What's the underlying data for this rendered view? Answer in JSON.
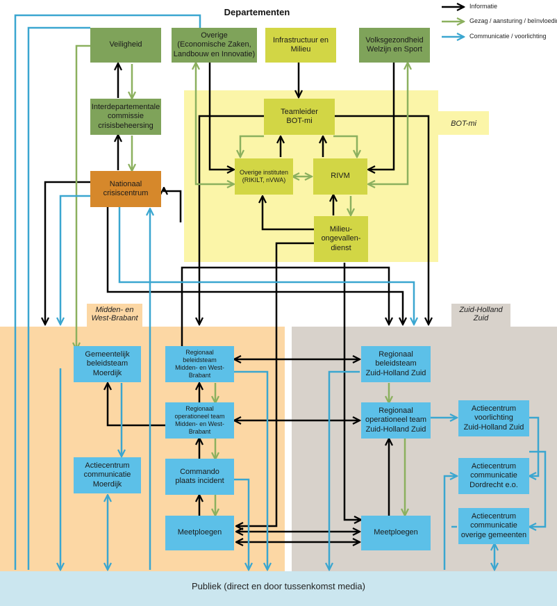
{
  "title": "Departementen",
  "legend": [
    {
      "label": "Informatie",
      "color": "#000000"
    },
    {
      "label": "Gezag / aansturing / beïnvloeding",
      "color": "#8bb05e"
    },
    {
      "label": "Communicatie / voorlichting",
      "color": "#3aa6d0"
    }
  ],
  "regions": {
    "bot_mi": "BOT-mi",
    "midden_west_brabant": "Midden- en\nWest-Brabant",
    "zuid_holland_zuid": "Zuid-Holland\nZuid",
    "publiek": "Publiek (direct en door tussenkomst media)"
  },
  "nodes": {
    "veiligheid": "Veiligheid",
    "overige": "Overige\n(Economische Zaken,\nLandbouw en Innovatie)",
    "infrastructuur": "Infrastructuur en\nMilieu",
    "volksgezondheid": "Volksgezondheid\nWelzijn en Sport",
    "interdepartementale": "Interdepartementale\ncommissie\ncrisisbeheersing",
    "nationaal": "Nationaal\ncrisiscentrum",
    "teamleider": "Teamleider\nBOT-mi",
    "overige_instituten": "Overige instituten\n(RIKILT, nVWA)",
    "rivm": "RIVM",
    "milieu": "Milieu-\nongevallen-\ndienst",
    "gemeentelijk": "Gemeentelijk\nbeleidsteam\nMoerdijk",
    "rbt_mwb": "Regionaal\nbeleidsteam\nMidden- en West-Brabant",
    "rot_mwb": "Regionaal\noperationeel team\nMidden- en West-Brabant",
    "commando": "Commando\nplaats incident",
    "meetploegen_mwb": "Meetploegen",
    "actiecentrum_moerdijk": "Actiecentrum\ncommunicatie\nMoerdijk",
    "rbt_zhz": "Regionaal\nbeleidsteam\nZuid-Holland Zuid",
    "rot_zhz": "Regionaal\noperationeel team\nZuid-Holland Zuid",
    "meetploegen_zhz": "Meetploegen",
    "ac_voorlichting_zhz": "Actiecentrum\nvoorlichting\nZuid-Holland Zuid",
    "ac_dordrecht": "Actiecentrum\ncommunicatie\nDordrecht e.o.",
    "ac_overige": "Actiecentrum\ncommunicatie\noverige gemeenten"
  }
}
